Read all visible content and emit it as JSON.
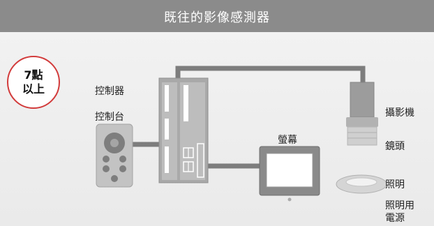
{
  "header": {
    "title": "既往的影像感測器"
  },
  "badge": {
    "line1": "7點",
    "line2": "以上"
  },
  "labels": {
    "controller": "控制器",
    "control_pad": "控制台",
    "monitor": "螢幕",
    "camera": "攝影機",
    "lens": "鏡頭",
    "lighting": "照明",
    "lighting_power_line1": "照明用",
    "lighting_power_line2": "電源"
  },
  "colors": {
    "header_bg": "#8b8b8b",
    "badge_border": "#d23b3b",
    "device_gray": "#a9a9a9",
    "cable_gray": "#7d7d7d"
  }
}
